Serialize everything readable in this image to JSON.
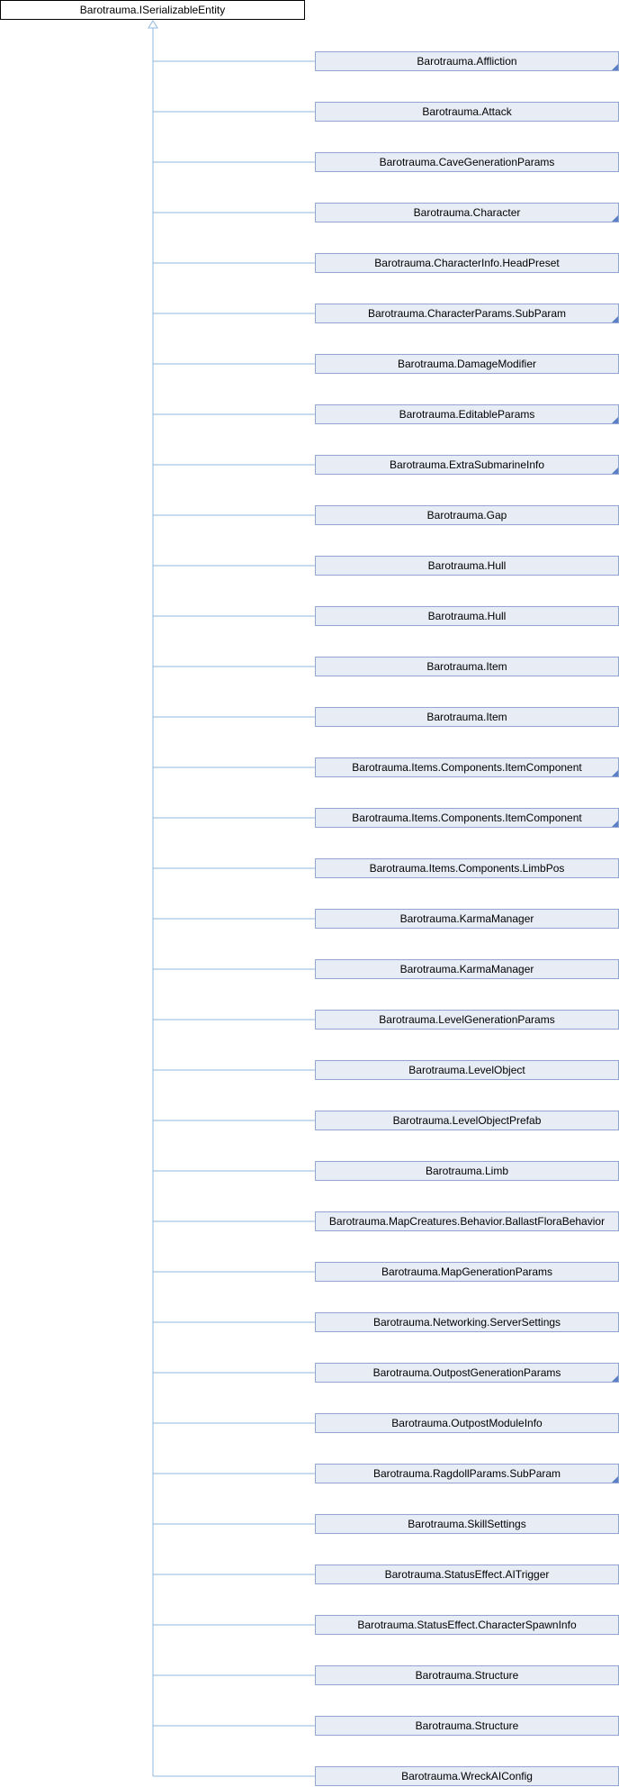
{
  "diagram": {
    "type": "inheritance-graph",
    "root": {
      "label": "Barotrauma.ISerializableEntity"
    },
    "children": [
      {
        "label": "Barotrauma.Affliction",
        "has_more": true
      },
      {
        "label": "Barotrauma.Attack",
        "has_more": false
      },
      {
        "label": "Barotrauma.CaveGenerationParams",
        "has_more": false
      },
      {
        "label": "Barotrauma.Character",
        "has_more": true
      },
      {
        "label": "Barotrauma.CharacterInfo.HeadPreset",
        "has_more": false
      },
      {
        "label": "Barotrauma.CharacterParams.SubParam",
        "has_more": true
      },
      {
        "label": "Barotrauma.DamageModifier",
        "has_more": false
      },
      {
        "label": "Barotrauma.EditableParams",
        "has_more": true
      },
      {
        "label": "Barotrauma.ExtraSubmarineInfo",
        "has_more": true
      },
      {
        "label": "Barotrauma.Gap",
        "has_more": false
      },
      {
        "label": "Barotrauma.Hull",
        "has_more": false
      },
      {
        "label": "Barotrauma.Hull",
        "has_more": false
      },
      {
        "label": "Barotrauma.Item",
        "has_more": false
      },
      {
        "label": "Barotrauma.Item",
        "has_more": false
      },
      {
        "label": "Barotrauma.Items.Components.ItemComponent",
        "has_more": true
      },
      {
        "label": "Barotrauma.Items.Components.ItemComponent",
        "has_more": true
      },
      {
        "label": "Barotrauma.Items.Components.LimbPos",
        "has_more": false
      },
      {
        "label": "Barotrauma.KarmaManager",
        "has_more": false
      },
      {
        "label": "Barotrauma.KarmaManager",
        "has_more": false
      },
      {
        "label": "Barotrauma.LevelGenerationParams",
        "has_more": false
      },
      {
        "label": "Barotrauma.LevelObject",
        "has_more": false
      },
      {
        "label": "Barotrauma.LevelObjectPrefab",
        "has_more": false
      },
      {
        "label": "Barotrauma.Limb",
        "has_more": false
      },
      {
        "label": "Barotrauma.MapCreatures.Behavior.BallastFloraBehavior",
        "has_more": false
      },
      {
        "label": "Barotrauma.MapGenerationParams",
        "has_more": false
      },
      {
        "label": "Barotrauma.Networking.ServerSettings",
        "has_more": false
      },
      {
        "label": "Barotrauma.OutpostGenerationParams",
        "has_more": true
      },
      {
        "label": "Barotrauma.OutpostModuleInfo",
        "has_more": false
      },
      {
        "label": "Barotrauma.RagdollParams.SubParam",
        "has_more": true
      },
      {
        "label": "Barotrauma.SkillSettings",
        "has_more": false
      },
      {
        "label": "Barotrauma.StatusEffect.AITrigger",
        "has_more": false
      },
      {
        "label": "Barotrauma.StatusEffect.CharacterSpawnInfo",
        "has_more": false
      },
      {
        "label": "Barotrauma.Structure",
        "has_more": false
      },
      {
        "label": "Barotrauma.Structure",
        "has_more": false
      },
      {
        "label": "Barotrauma.WreckAIConfig",
        "has_more": false
      }
    ],
    "colors": {
      "edge": "#8fb8df",
      "node_fill": "#e8ecf5",
      "node_border": "#8fa6cf",
      "root_border": "#000000",
      "more_marker": "#5b7fc4"
    }
  }
}
